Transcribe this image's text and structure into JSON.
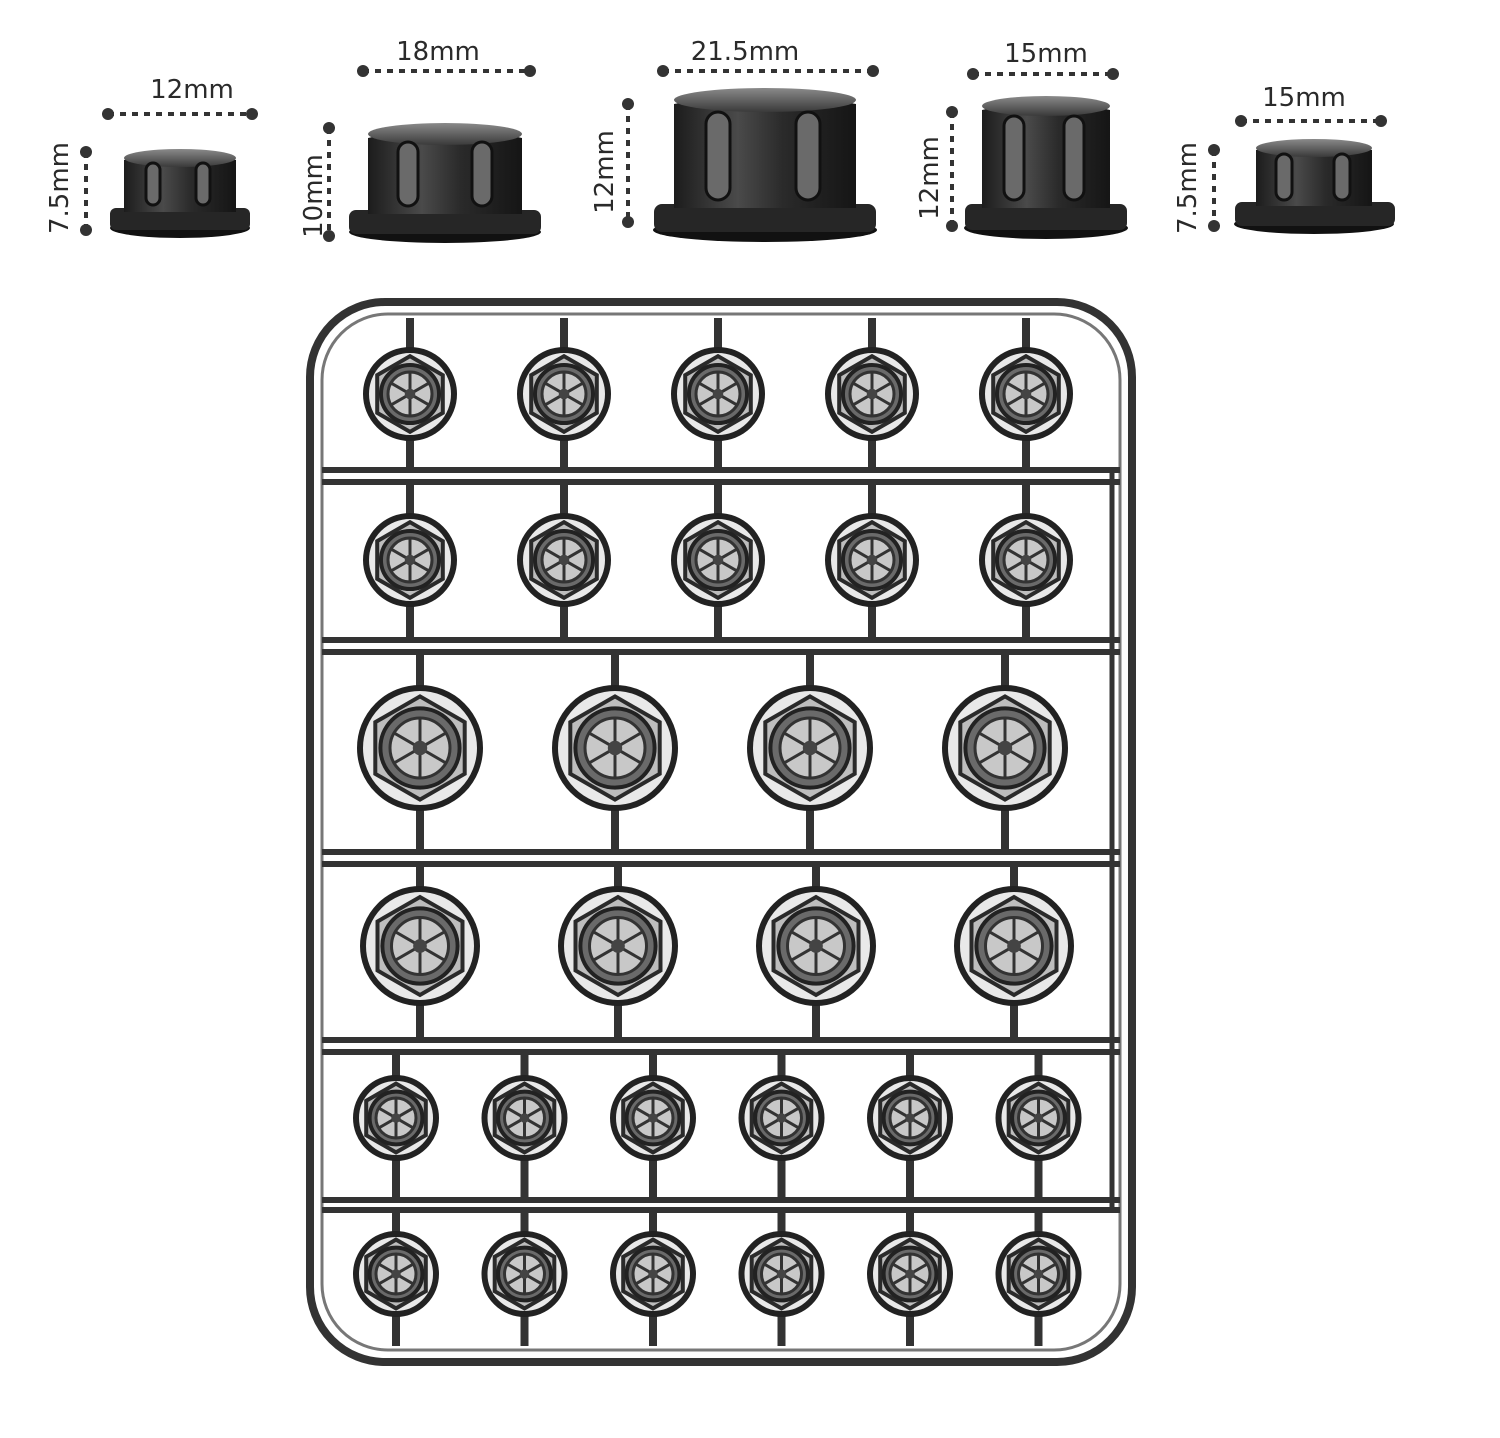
{
  "nuts": [
    {
      "id": "nut-1",
      "width_label": "12mm",
      "height_label": "7.5mm"
    },
    {
      "id": "nut-2",
      "width_label": "18mm",
      "height_label": "10mm"
    },
    {
      "id": "nut-3",
      "width_label": "21.5mm",
      "height_label": "12mm"
    },
    {
      "id": "nut-4",
      "width_label": "15mm",
      "height_label": "12mm"
    },
    {
      "id": "nut-5",
      "width_label": "15mm",
      "height_label": "7.5mm"
    }
  ],
  "sprue": {
    "rows": [
      {
        "count": 5,
        "nut_type": "small"
      },
      {
        "count": 5,
        "nut_type": "small"
      },
      {
        "count": 4,
        "nut_type": "large"
      },
      {
        "count": 4,
        "nut_type": "large"
      },
      {
        "count": 6,
        "nut_type": "mini"
      },
      {
        "count": 6,
        "nut_type": "mini"
      }
    ]
  },
  "colors": {
    "nut_dark": "#2b2b2b",
    "nut_mid": "#555555",
    "frame": "#3a3a3a",
    "background": "#ffffff"
  }
}
